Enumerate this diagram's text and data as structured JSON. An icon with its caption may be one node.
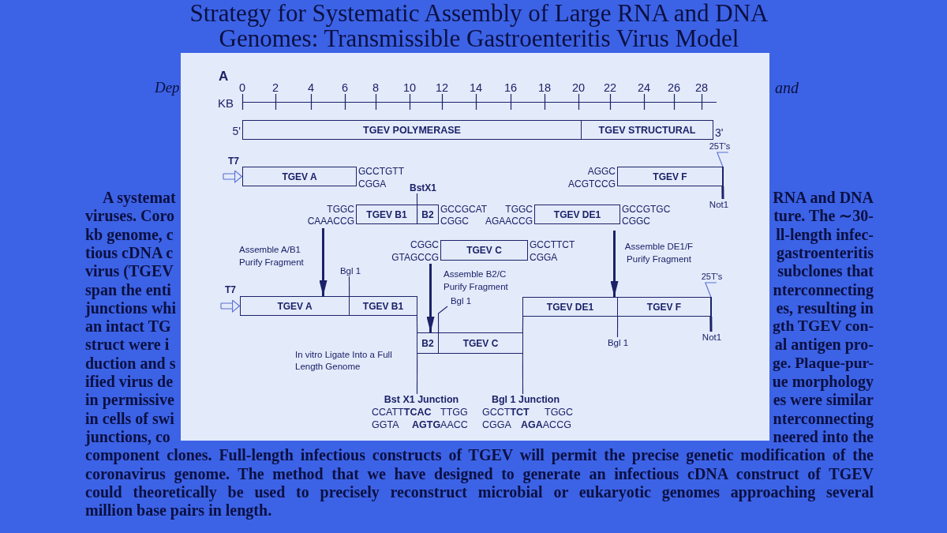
{
  "diagram": {
    "title": "Strategy for Systematic Assembly of Large RNA and DNA Genomes: Transmissible Gastroenteritis Virus Model",
    "nodes": [
      {
        "text": [
          "TGEV POLYMERASE"
        ],
        "beside": [
          "5'"
        ]
      },
      {
        "text": [
          "TGEV STRUCTURAL"
        ],
        "beside": [
          "3'"
        ]
      },
      {
        "text": [
          "25T's"
        ]
      },
      {
        "text": [
          "TGEV A"
        ],
        "beside": [
          "GCCTGTT",
          "CGGA"
        ]
      },
      {
        "text": [
          "TGEV F"
        ],
        "beside": [
          "AGGC",
          "ACGTCCG"
        ]
      },
      {
        "text": [
          "BstX1"
        ]
      },
      {
        "text": [
          "TGEV B1"
        ],
        "beside": [
          "TGGC",
          "CAAACCG"
        ]
      },
      {
        "text": [
          "B2"
        ],
        "beside": [
          "GCCGCAT",
          "CGGC"
        ]
      },
      {
        "text": [
          "TGEV DE1"
        ],
        "beside": [
          "TGGC",
          "AGAACCG",
          "GCCGTGC",
          "CGGC"
        ]
      },
      {
        "text": [
          "Not1"
        ]
      },
      {
        "text": [
          "TGEV C"
        ],
        "beside": [
          "CGGC",
          "GTAGCCG",
          "GCCTTCT",
          "CGGA"
        ]
      },
      {
        "text": [
          "Bgl 1"
        ]
      },
      {
        "text": [
          "25T's"
        ]
      },
      {
        "text": [
          "Bgl 1"
        ]
      },
      {
        "text": [
          "TGEV A"
        ]
      },
      {
        "text": [
          "TGEV B1"
        ]
      },
      {
        "text": [
          "TGEV DE1"
        ]
      },
      {
        "text": [
          "TGEV F"
        ]
      },
      {
        "text": [
          "B2"
        ]
      },
      {
        "text": [
          "TGEV C"
        ]
      },
      {
        "text": [
          "Not1"
        ]
      },
      {
        "text": [
          "Bgl 1"
        ]
      },
      {
        "text": [
          "Bst X1 Junction"
        ]
      },
      {
        "text": [
          "Bgl 1 Junction"
        ]
      }
    ],
    "edges": [
      {
        "from": null,
        "to": 3,
        "arrow": "to",
        "label": "T7",
        "color": "#5a6fd6"
      },
      {
        "from": 2,
        "to": 4,
        "arrow": "none",
        "color": "#5a6fd6"
      },
      {
        "from": 5,
        "to": 7,
        "arrow": "none"
      },
      {
        "from": 9,
        "to": 4,
        "arrow": "none",
        "style": "thick"
      },
      {
        "from": 6,
        "to": 14,
        "arrow": "to",
        "label": "Assemble A/B1 Purify Fragment",
        "style": "thick"
      },
      {
        "from": 8,
        "to": 16,
        "arrow": "to",
        "label": "Assemble DE1/F Purify Fragment",
        "style": "thick"
      },
      {
        "from": 10,
        "to": 18,
        "arrow": "to",
        "label": "Assemble B2/C Purify Fragment",
        "style": "thick"
      },
      {
        "from": null,
        "to": 14,
        "arrow": "to",
        "label": "T7",
        "color": "#5a6fd6"
      },
      {
        "from": 11,
        "to": 15,
        "arrow": "none"
      },
      {
        "from": 12,
        "to": 17,
        "arrow": "none",
        "color": "#5a6fd6"
      },
      {
        "from": 13,
        "to": 19,
        "arrow": "none"
      },
      {
        "from": 20,
        "to": 17,
        "arrow": "none",
        "style": "thick"
      },
      {
        "from": 21,
        "to": 17,
        "arrow": "none"
      },
      {
        "from": 15,
        "to": 18,
        "arrow": "none"
      },
      {
        "from": 16,
        "to": 19,
        "arrow": "none"
      },
      {
        "from": 22,
        "to": 18,
        "arrow": "none"
      },
      {
        "from": 23,
        "to": 19,
        "arrow": "none"
      }
    ],
    "labels": [
      "Dep",
      "and",
      "A",
      "KB",
      "0",
      "2",
      "4",
      "6",
      "8",
      "10",
      "12",
      "14",
      "16",
      "18",
      "20",
      "22",
      "24",
      "26",
      "28",
      "In vitro Ligate Into a Full Length Genome",
      "CCATT**TCAC**",
      "TTGG",
      "GCCT**TCT**",
      "TGGC",
      "GGTA",
      "**AGTG**AACC",
      "CGGA",
      "**AGA**ACCG",
      "A systemat",
      "RNA and DNA",
      "viruses. Coro",
      "ture. The ∼30-",
      "kb genome, c",
      "ll-length infec-",
      "tious cDNA c",
      "gastroenteritis",
      "virus (TGEV",
      "subclones that",
      "span the enti",
      "nterconnecting",
      "junctions whi",
      "es, resulting in",
      "an intact TG",
      "gth TGEV con-",
      "struct were i",
      "al antigen pro-",
      "duction and s",
      "ge. Plaque-pur-",
      "ified virus de",
      "ue morphology",
      "in permissive",
      "es were similar",
      "in cells of swi",
      "nterconnecting",
      "junctions, co",
      "neered into the",
      "component clones. Full-length infectious constructs of TGEV will permit the precise genetic modification of the",
      "coronavirus genome. The method that we have designed to generate an infectious cDNA construct of TGEV",
      "could theoretically be used to precisely reconstruct microbial or eukaryotic genomes approaching several",
      "million base pairs in length."
    ]
  }
}
